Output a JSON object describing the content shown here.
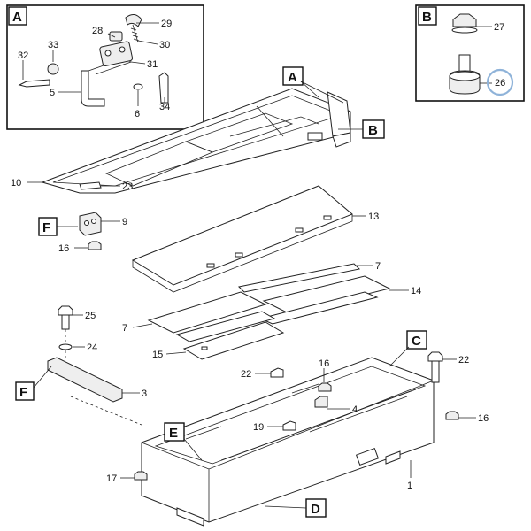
{
  "detail_letters": {
    "A_box": "A",
    "B_box": "B",
    "A_main": "A",
    "B_main": "B",
    "C_main": "C",
    "D_main": "D",
    "E_main": "E",
    "F_left": "F",
    "F_lower": "F"
  },
  "callouts": {
    "n29": "29",
    "n28": "28",
    "n30": "30",
    "n33": "33",
    "n32": "32",
    "n31": "31",
    "n5": "5",
    "n6": "6",
    "n34": "34",
    "n27": "27",
    "n26": "26",
    "n10": "10",
    "n23": "23",
    "n9": "9",
    "n16a": "16",
    "n13": "13",
    "n7a": "7",
    "n14": "14",
    "n7b": "7",
    "n25": "25",
    "n24": "24",
    "n15": "15",
    "n3": "3",
    "n22a": "22",
    "n16b": "16",
    "n22b": "22",
    "n4": "4",
    "n16c": "16",
    "n19": "19",
    "n17": "17",
    "n1": "1"
  },
  "highlight_color": "#8fb3d9"
}
